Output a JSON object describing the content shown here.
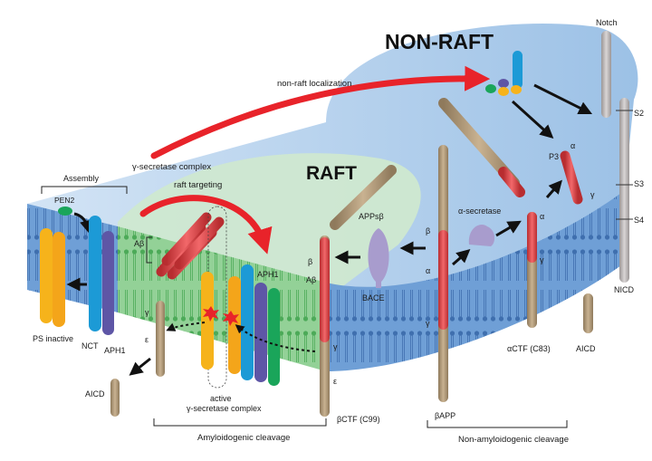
{
  "titles": {
    "non_raft": "NON-RAFT",
    "raft": "RAFT"
  },
  "labels": {
    "non_raft_localization": "non-raft  localization",
    "gamma_secretase_complex": "γ-secretase complex",
    "raft_targeting": "raft targeting",
    "assembly": "Assembly",
    "pen2": "PEN2",
    "ps_inactive": "PS inactive",
    "nct": "NCT",
    "aph1_left": "APH1",
    "aph1_mid": "APH1",
    "abeta_left": "Aβ",
    "abeta_mid": "Aβ",
    "gamma_left": "γ",
    "epsilon_left": "ε",
    "aicd_left": "AICD",
    "active_complex_1": "active",
    "active_complex_2": "γ-secretase complex",
    "amyloidogenic_cleavage": "Amyloidogenic cleavage",
    "beta_ctf": "βCTF (C99)",
    "apps_beta": "APPsβ",
    "beta_mid": "β",
    "bace": "BACE",
    "gamma_mid": "γ",
    "epsilon_mid": "ε",
    "alpha_secretase": "α-secretase",
    "beta_app_beta": "β",
    "beta_app_alpha": "α",
    "beta_app_gamma": "γ",
    "beta_app": "βAPP",
    "alpha_right": "α",
    "gamma_right": "γ",
    "alpha_ctf": "αCTF (C83)",
    "aicd_right": "AICD",
    "non_amyloidogenic_cleavage": "Non-amyloidogenic cleavage",
    "p3": "P3",
    "p3_alpha": "α",
    "p3_gamma": "γ",
    "notch": "Notch",
    "s2": "S2",
    "s3": "S3",
    "s4": "S4",
    "nicd": "NICD"
  },
  "colors": {
    "membrane_top": "#a9c9ea",
    "membrane_top_light": "#c6dcf2",
    "membrane_side": "#6f9fd6",
    "raft_top": "#cfe8d0",
    "raft_side": "#8fcf94",
    "arrow_red": "#e8232a",
    "app_tan": "#b59d7c",
    "app_red": "#e8474a",
    "presenilin": "#f6b31b",
    "nicastrin": "#1c9ad6",
    "aph1": "#5e56a6",
    "pen2": "#1aa55a",
    "bace": "#a89ccd",
    "notch_gray": "#c0bcbc"
  }
}
